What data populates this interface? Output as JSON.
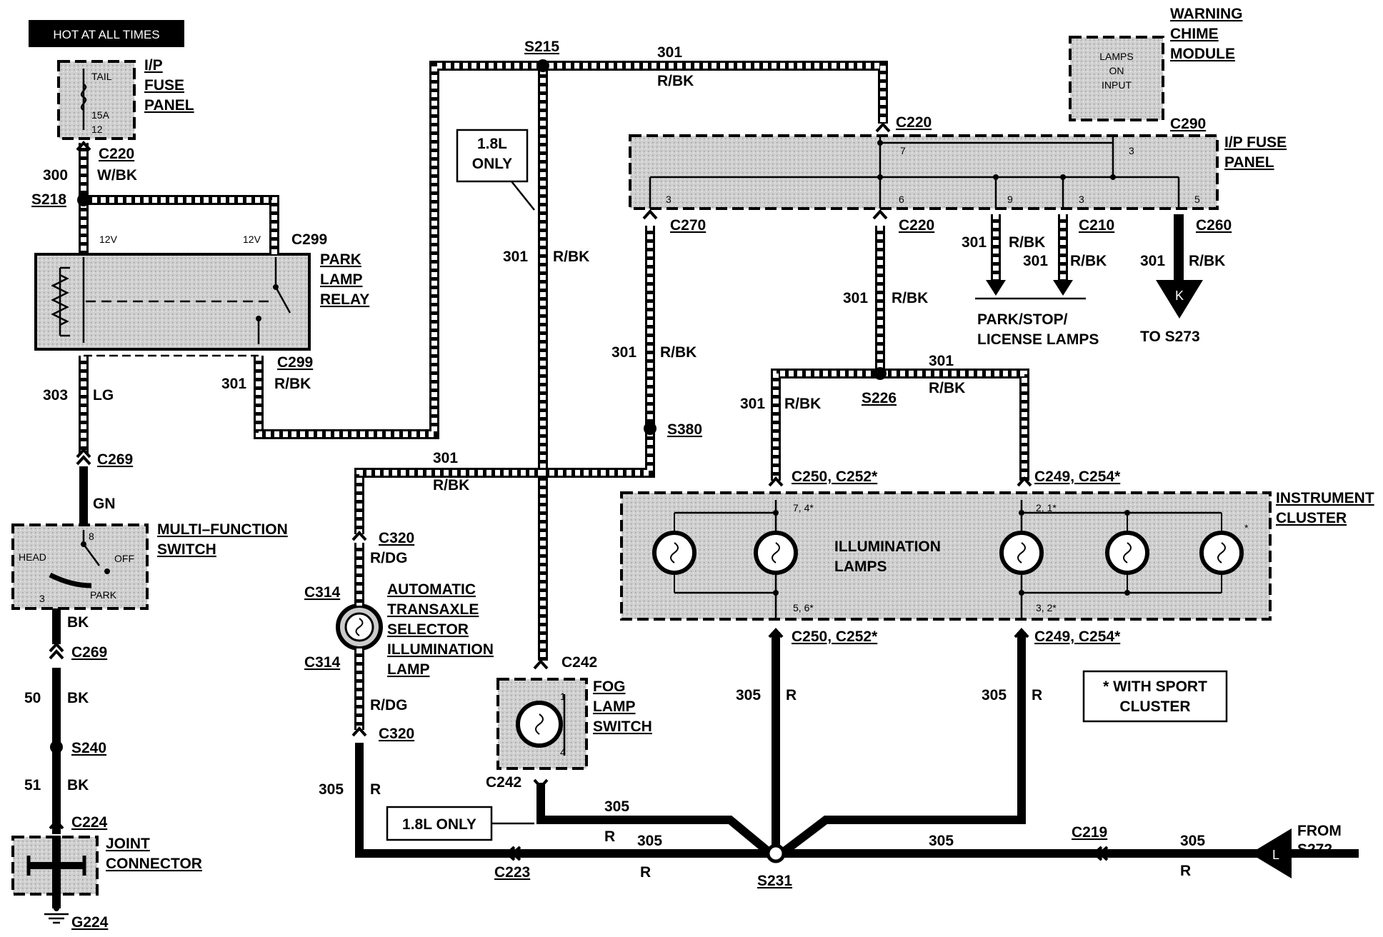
{
  "banner": "HOT AT ALL TIMES",
  "components": {
    "ip_fuse_panel_top": {
      "name": [
        "I/P",
        "FUSE",
        "PANEL"
      ],
      "fuse_name": "TAIL",
      "fuse_rating": "15A",
      "fuse_pin": "12"
    },
    "park_lamp_relay": {
      "name": [
        "PARK",
        "LAMP",
        "RELAY"
      ],
      "voltage_left": "12V",
      "voltage_right": "12V"
    },
    "multi_function_switch": {
      "name": [
        "MULTI–FUNCTION",
        "SWITCH"
      ],
      "pos_head": "HEAD",
      "pos_off": "OFF",
      "pos_park": "PARK",
      "pin_top": "8",
      "pin_bottom": "3"
    },
    "joint_connector": {
      "name": [
        "JOINT",
        "CONNECTOR"
      ]
    },
    "warning_chime": {
      "name": [
        "WARNING",
        "CHIME",
        "MODULE"
      ],
      "input": [
        "LAMPS",
        "ON",
        "INPUT"
      ]
    },
    "ip_fuse_panel_main": {
      "name": [
        "I/P FUSE",
        "PANEL"
      ],
      "pins": [
        "7",
        "3",
        "3",
        "6",
        "9",
        "3",
        "5"
      ]
    },
    "instrument_cluster": {
      "name": [
        "INSTRUMENT",
        "CLUSTER"
      ],
      "lamps_label": [
        "ILLUMINATION",
        "LAMPS"
      ],
      "pins_tl": "7, 4*",
      "pins_tr": "2, 1*",
      "pins_bl": "5, 6*",
      "pins_br": "3, 2*",
      "star": "*"
    },
    "fog_lamp_switch": {
      "name": [
        "FOG",
        "LAMP",
        "SWITCH"
      ],
      "pin_top": "1",
      "pin_bottom": "4"
    },
    "selector_lamp": {
      "name": [
        "AUTOMATIC",
        "TRANSAXLE",
        "SELECTOR",
        "ILLUMINATION",
        "LAMP"
      ]
    }
  },
  "connectors": {
    "c220_top": "C220",
    "s218": "S218",
    "c299_top": "C299",
    "c299_bottom": "C299",
    "c269_top": "C269",
    "c269_bottom": "C269",
    "s240": "S240",
    "c224": "C224",
    "g224": "G224",
    "s215": "S215",
    "c220_mid": "C220",
    "c290": "C290",
    "c270": "C270",
    "c220_low": "C220",
    "c210": "C210",
    "c260": "C260",
    "s226": "S226",
    "s380": "S380",
    "c250_top": "C250, C252*",
    "c249_top": "C249, C254*",
    "c250_bot": "C250, C252*",
    "c249_bot": "C249, C254*",
    "c320_top": "C320",
    "c314_top": "C314",
    "c314_bot": "C314",
    "c320_bot": "C320",
    "c242_top": "C242",
    "c242_bot": "C242",
    "c223": "C223",
    "s231": "S231",
    "c219": "C219"
  },
  "wires": {
    "c300": "300",
    "wbk": "W/BK",
    "c303": "303",
    "lg": "LG",
    "gn": "GN",
    "bk": "BK",
    "c50": "50",
    "c51": "51",
    "c301": "301",
    "rbk": "R/BK",
    "rdg": "R/DG",
    "c305": "305",
    "r": "R"
  },
  "notes": {
    "only_18l_box": [
      "1.8L",
      "ONLY"
    ],
    "only_18l_bottom": "1.8L ONLY",
    "sport": [
      "* WITH SPORT",
      "CLUSTER"
    ],
    "park_stop": [
      "PARK/STOP/",
      "LICENSE LAMPS"
    ],
    "to_s273": "TO S273",
    "from": [
      "FROM",
      "S272"
    ],
    "arrow_k": "K",
    "arrow_l": "L"
  }
}
